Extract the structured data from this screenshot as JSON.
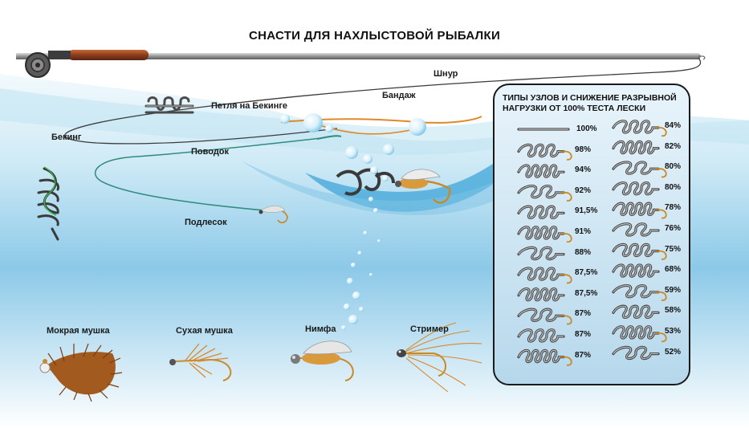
{
  "title": "СНАСТИ ДЛЯ НАХЛЫСТОВОЙ РЫБАЛКИ",
  "labels": {
    "line": "Шнур",
    "backing_loop": "Петля на Бекинге",
    "splice": "Бандаж",
    "backing": "Бекинг",
    "leader": "Поводок",
    "tippet": "Подлесок"
  },
  "flies": {
    "wet": "Мокрая мушка",
    "dry": "Сухая мушка",
    "nymph": "Нимфа",
    "streamer": "Стример"
  },
  "knot_table": {
    "title_lines": [
      "ТИПЫ УЗЛОВ И СНИЖЕНИЕ РАЗРЫВНОЙ",
      "НАГРУЗКИ ОТ 100% ТЕСТА ЛЕСКИ"
    ],
    "left": [
      "100%",
      "98%",
      "94%",
      "92%",
      "91,5%",
      "91%",
      "88%",
      "87,5%",
      "87,5%",
      "87%",
      "87%",
      "87%"
    ],
    "right": [
      "84%",
      "82%",
      "80%",
      "80%",
      "78%",
      "76%",
      "75%",
      "68%",
      "59%",
      "58%",
      "53%",
      "52%"
    ]
  },
  "colors": {
    "water_top": "#eaf6fc",
    "water_deep": "#3fa6d8",
    "fly_line": "#d98a2b",
    "leader": "#2f8c7c",
    "knot_line": "#4a4a4a",
    "hook": "#c98a2a"
  }
}
